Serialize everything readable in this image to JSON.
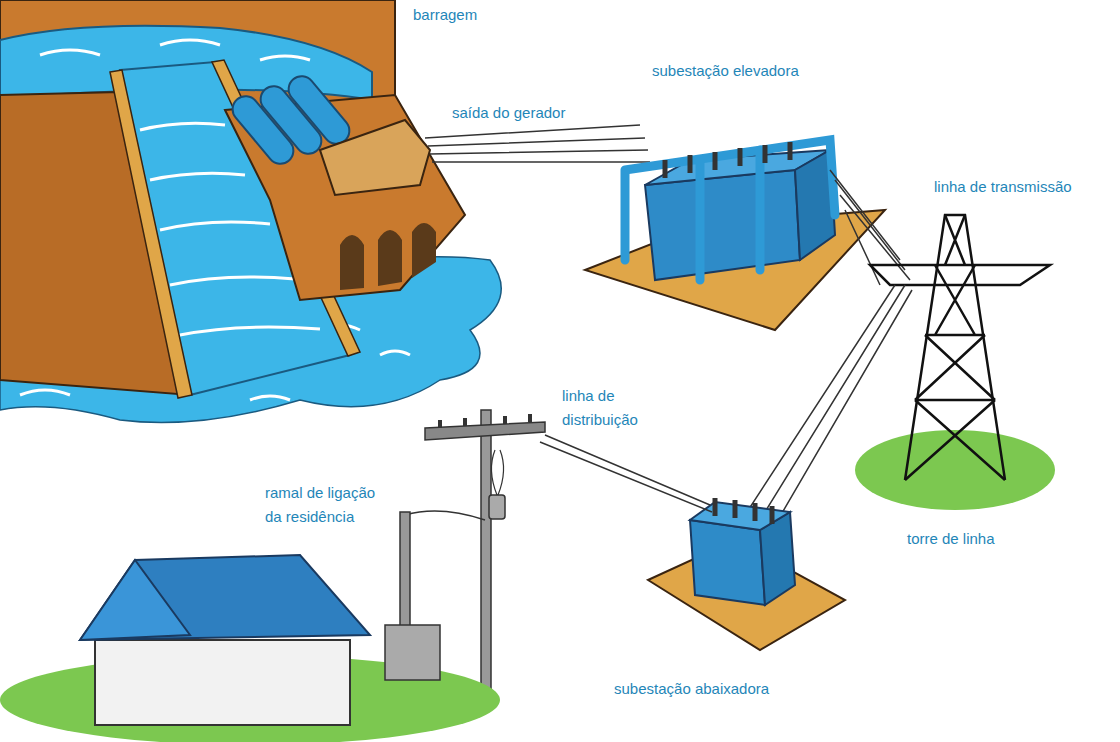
{
  "diagram": {
    "labels": [
      "barragem",
      "subestação elevadora",
      "saída do gerador",
      "linha de transmissão",
      "linha de distribuição",
      "ramal de ligação da residência",
      "torre de linha",
      "subestação abaixadora"
    ]
  }
}
